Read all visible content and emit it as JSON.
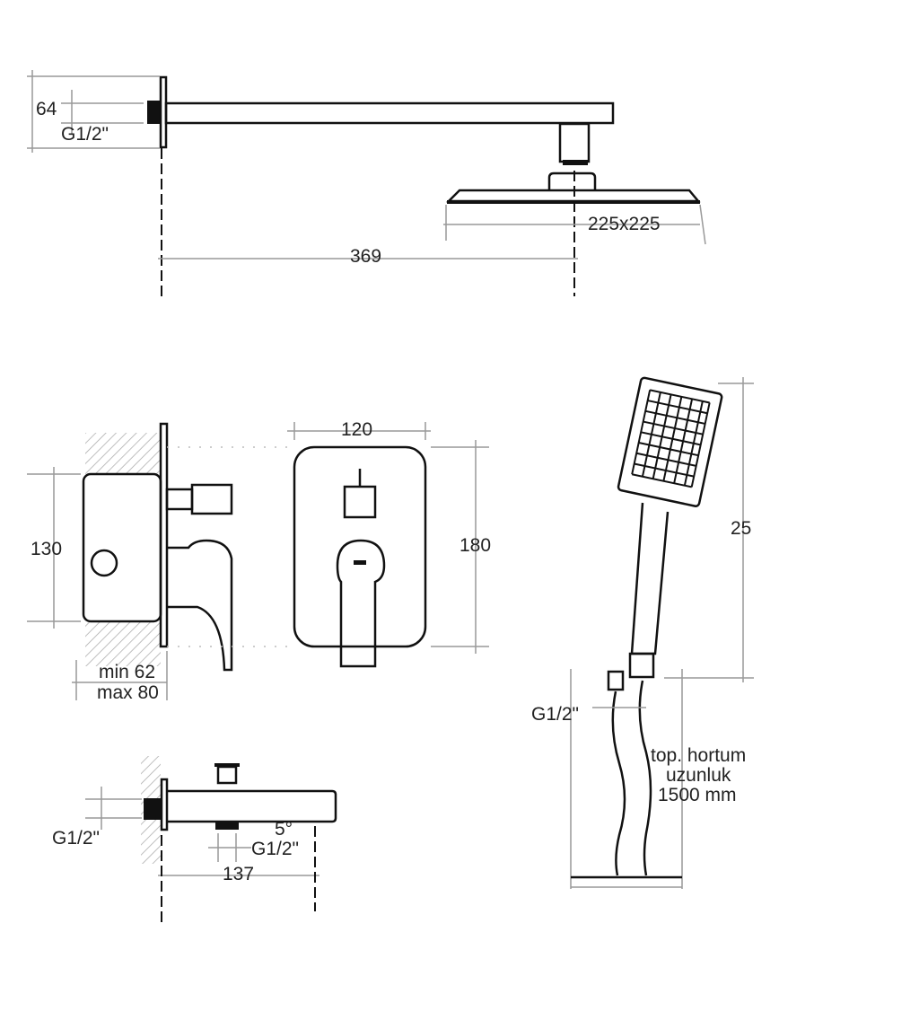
{
  "shower_arm": {
    "height_label": "64",
    "thread_label": "G1/2\"",
    "head_size_label": "225x225",
    "length_label": "369"
  },
  "mixer": {
    "width_label": "120",
    "box_height_label": "130",
    "plate_height_label": "180",
    "depth_min_label": "min 62",
    "depth_max_label": "max 80"
  },
  "hand_shower": {
    "height_label": "25",
    "thread_label": "G1/2\"",
    "hose_line1": "top. hortum",
    "hose_line2": "uzunluk",
    "hose_line3": "1500 mm"
  },
  "spout": {
    "thread_label": "G1/2\"",
    "angle_label": "5°",
    "outlet_thread_label": "G1/2\"",
    "length_label": "137"
  }
}
